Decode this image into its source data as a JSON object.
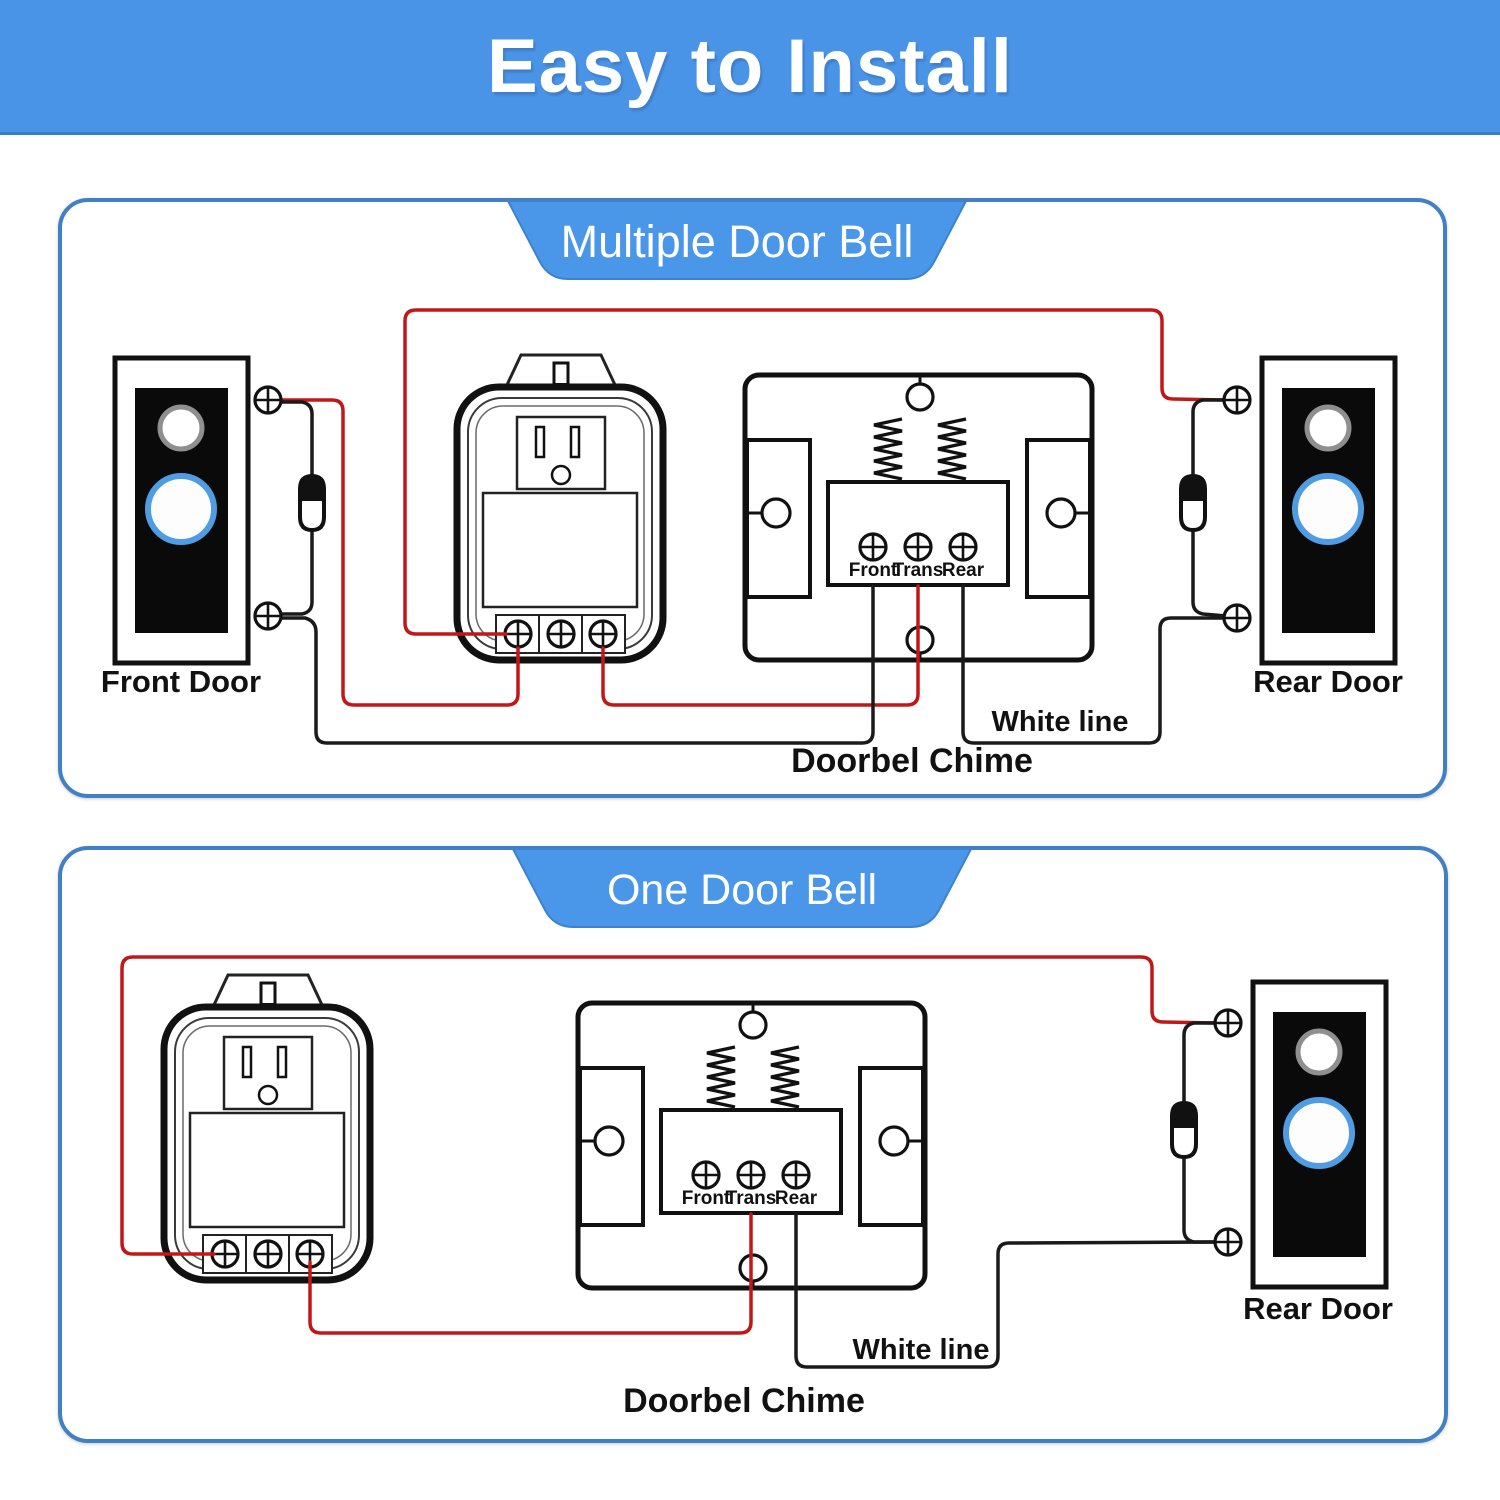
{
  "banner": {
    "title": "Easy to Install"
  },
  "colors": {
    "banner_blue": "#4a94e8",
    "box_border_blue": "#4180c4",
    "tab_blue": "#4a97e9",
    "wire_red": "#c01818",
    "wire_black": "#1a1a1a",
    "doorbell_button_ring_blue": "#4f9ce2",
    "camera_ring_gray": "#8f8f8f"
  },
  "sections": [
    {
      "label": "Multiple Door Bell",
      "front_door_label": "Front Door",
      "rear_door_label": "Rear Door",
      "terminals": [
        "Front",
        "Trans",
        "Rear"
      ],
      "white_line_label": "White line",
      "caption": "Doorbel Chime"
    },
    {
      "label": "One Door Bell",
      "rear_door_label": "Rear Door",
      "terminals": [
        "Front",
        "Trans",
        "Rear"
      ],
      "white_line_label": "White line",
      "caption": "Doorbel Chime"
    }
  ]
}
